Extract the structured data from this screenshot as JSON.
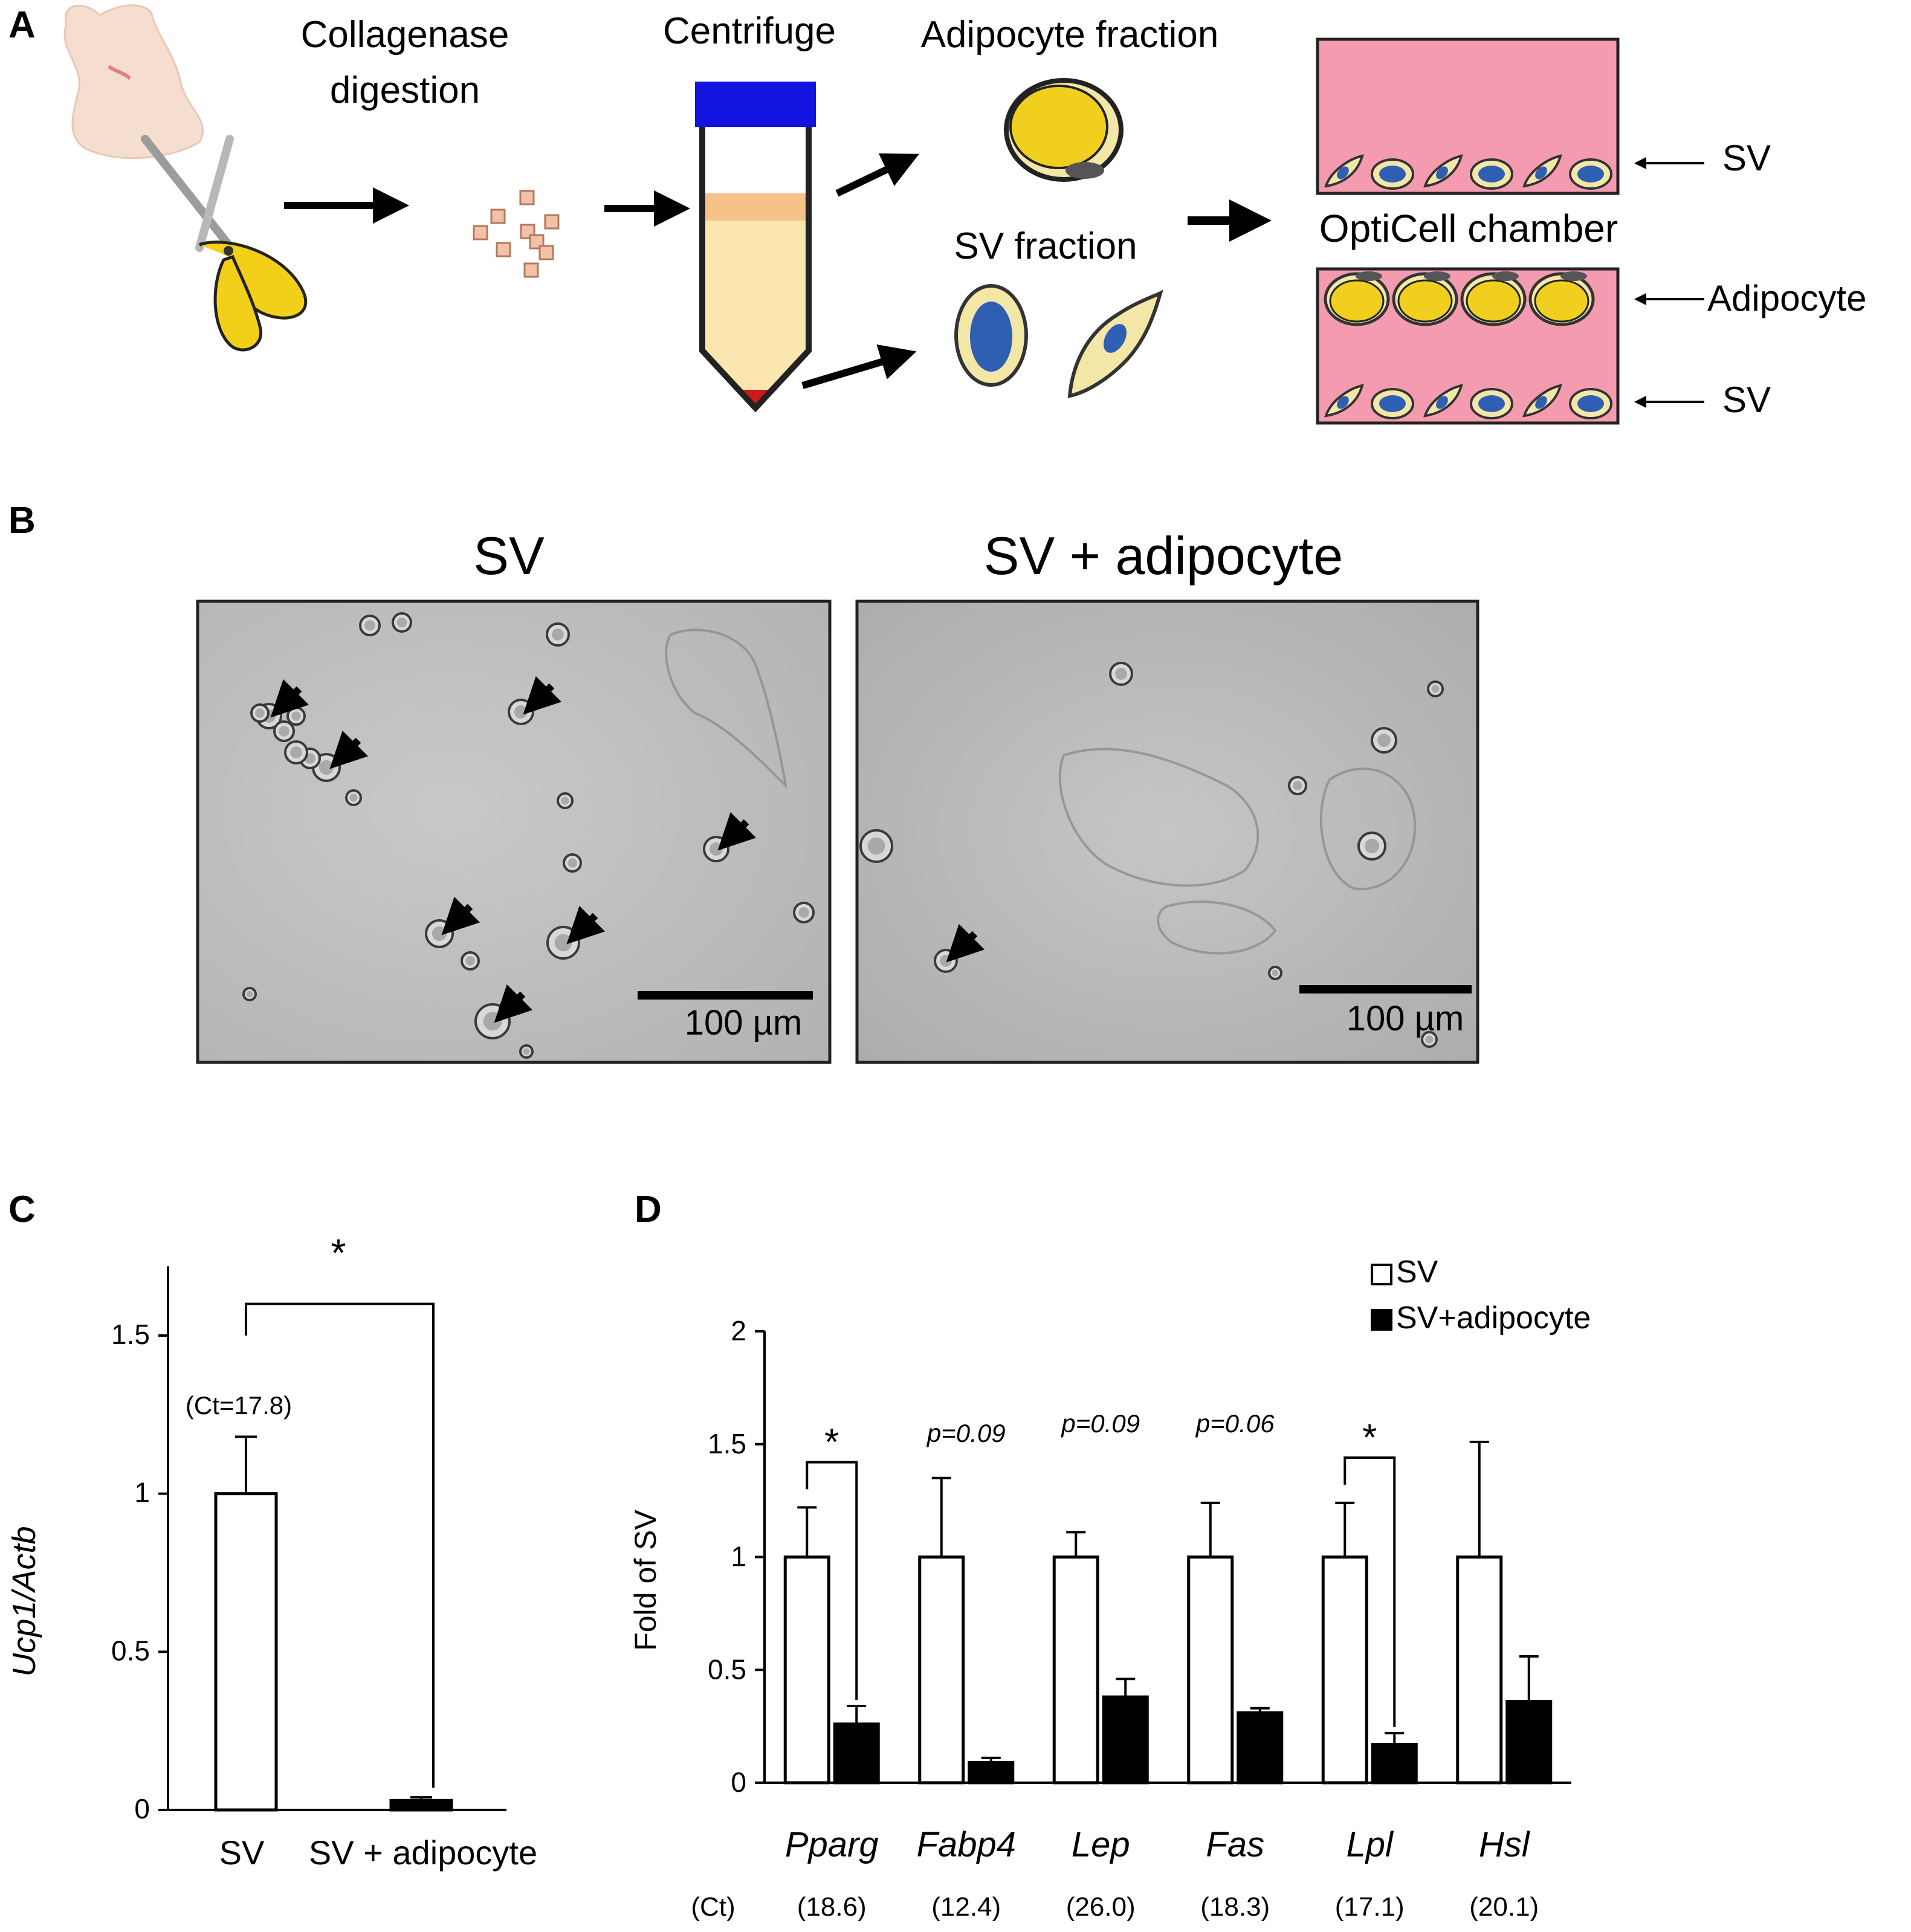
{
  "panel_labels": {
    "a": "A",
    "b": "B",
    "c": "C",
    "d": "D"
  },
  "panel_a": {
    "step_collagenase_line1": "Collagenase",
    "step_collagenase_line2": "digestion",
    "step_centrifuge": "Centrifuge",
    "adipocyte_fraction": "Adipocyte fraction",
    "sv_fraction": "SV fraction",
    "chamber_title": "OptiCell chamber",
    "chamber_label_sv_top": "SV",
    "chamber_label_adipocyte": "Adipocyte",
    "chamber_label_sv_bottom": "SV",
    "colors": {
      "chamber": "#f49bb0",
      "cell_cytoplasm": "#f3e7a8",
      "nucleus": "#2f5fb3",
      "adipocyte_lipid": "#f0cf1e",
      "tube_cap": "#1313e0",
      "tube_fill": "#fbe6b0",
      "tube_band": "#f7c18a",
      "pellet": "#cc1a1a",
      "tissue_piece": "#f3c1a8"
    }
  },
  "panel_b": {
    "left_title": "SV",
    "right_title": "SV + adipocyte",
    "left_scale_label": "100 µm",
    "right_scale_label": "100 µm"
  },
  "panel_c": {
    "chart_data": {
      "type": "bar",
      "categories": [
        "SV",
        "SV + adipocyte"
      ],
      "values": [
        1.0,
        0.03
      ],
      "errors": [
        0.18,
        0.01
      ],
      "ylabel": "Ucp1/Actb",
      "ylim": [
        0,
        1.7
      ],
      "yticks": [
        "0",
        "0.5",
        "1",
        "1.5"
      ],
      "ytick_values": [
        0,
        0.5,
        1,
        1.5
      ],
      "annotation_ct": "(Ct=17.8)",
      "significance": "*"
    }
  },
  "panel_d": {
    "chart_data": {
      "type": "bar",
      "categories": [
        "Pparg",
        "Fabp4",
        "Lep",
        "Fas",
        "Lpl",
        "Hsl"
      ],
      "series": [
        {
          "name": "SV",
          "values": [
            1.0,
            1.0,
            1.0,
            1.0,
            1.0,
            1.0
          ],
          "errors": [
            0.22,
            0.35,
            0.11,
            0.24,
            0.24,
            0.51
          ]
        },
        {
          "name": "SV+adipocyte",
          "values": [
            0.26,
            0.09,
            0.38,
            0.31,
            0.17,
            0.36
          ],
          "errors": [
            0.08,
            0.02,
            0.08,
            0.02,
            0.05,
            0.2
          ]
        }
      ],
      "ylabel": "Fold of SV",
      "ylim": [
        0,
        2
      ],
      "yticks": [
        "0",
        "0.5",
        "1",
        "1.5",
        "2"
      ],
      "ytick_values": [
        0,
        0.5,
        1,
        1.5,
        2
      ],
      "ct_label": "(Ct)",
      "ct_values": [
        "(18.6)",
        "(12.4)",
        "(26.0)",
        "(18.3)",
        "(17.1)",
        "(20.1)"
      ],
      "annotations": [
        "*",
        "p=0.09",
        "p=0.09",
        "p=0.06",
        "*",
        ""
      ],
      "legend_position": "top-right"
    }
  }
}
